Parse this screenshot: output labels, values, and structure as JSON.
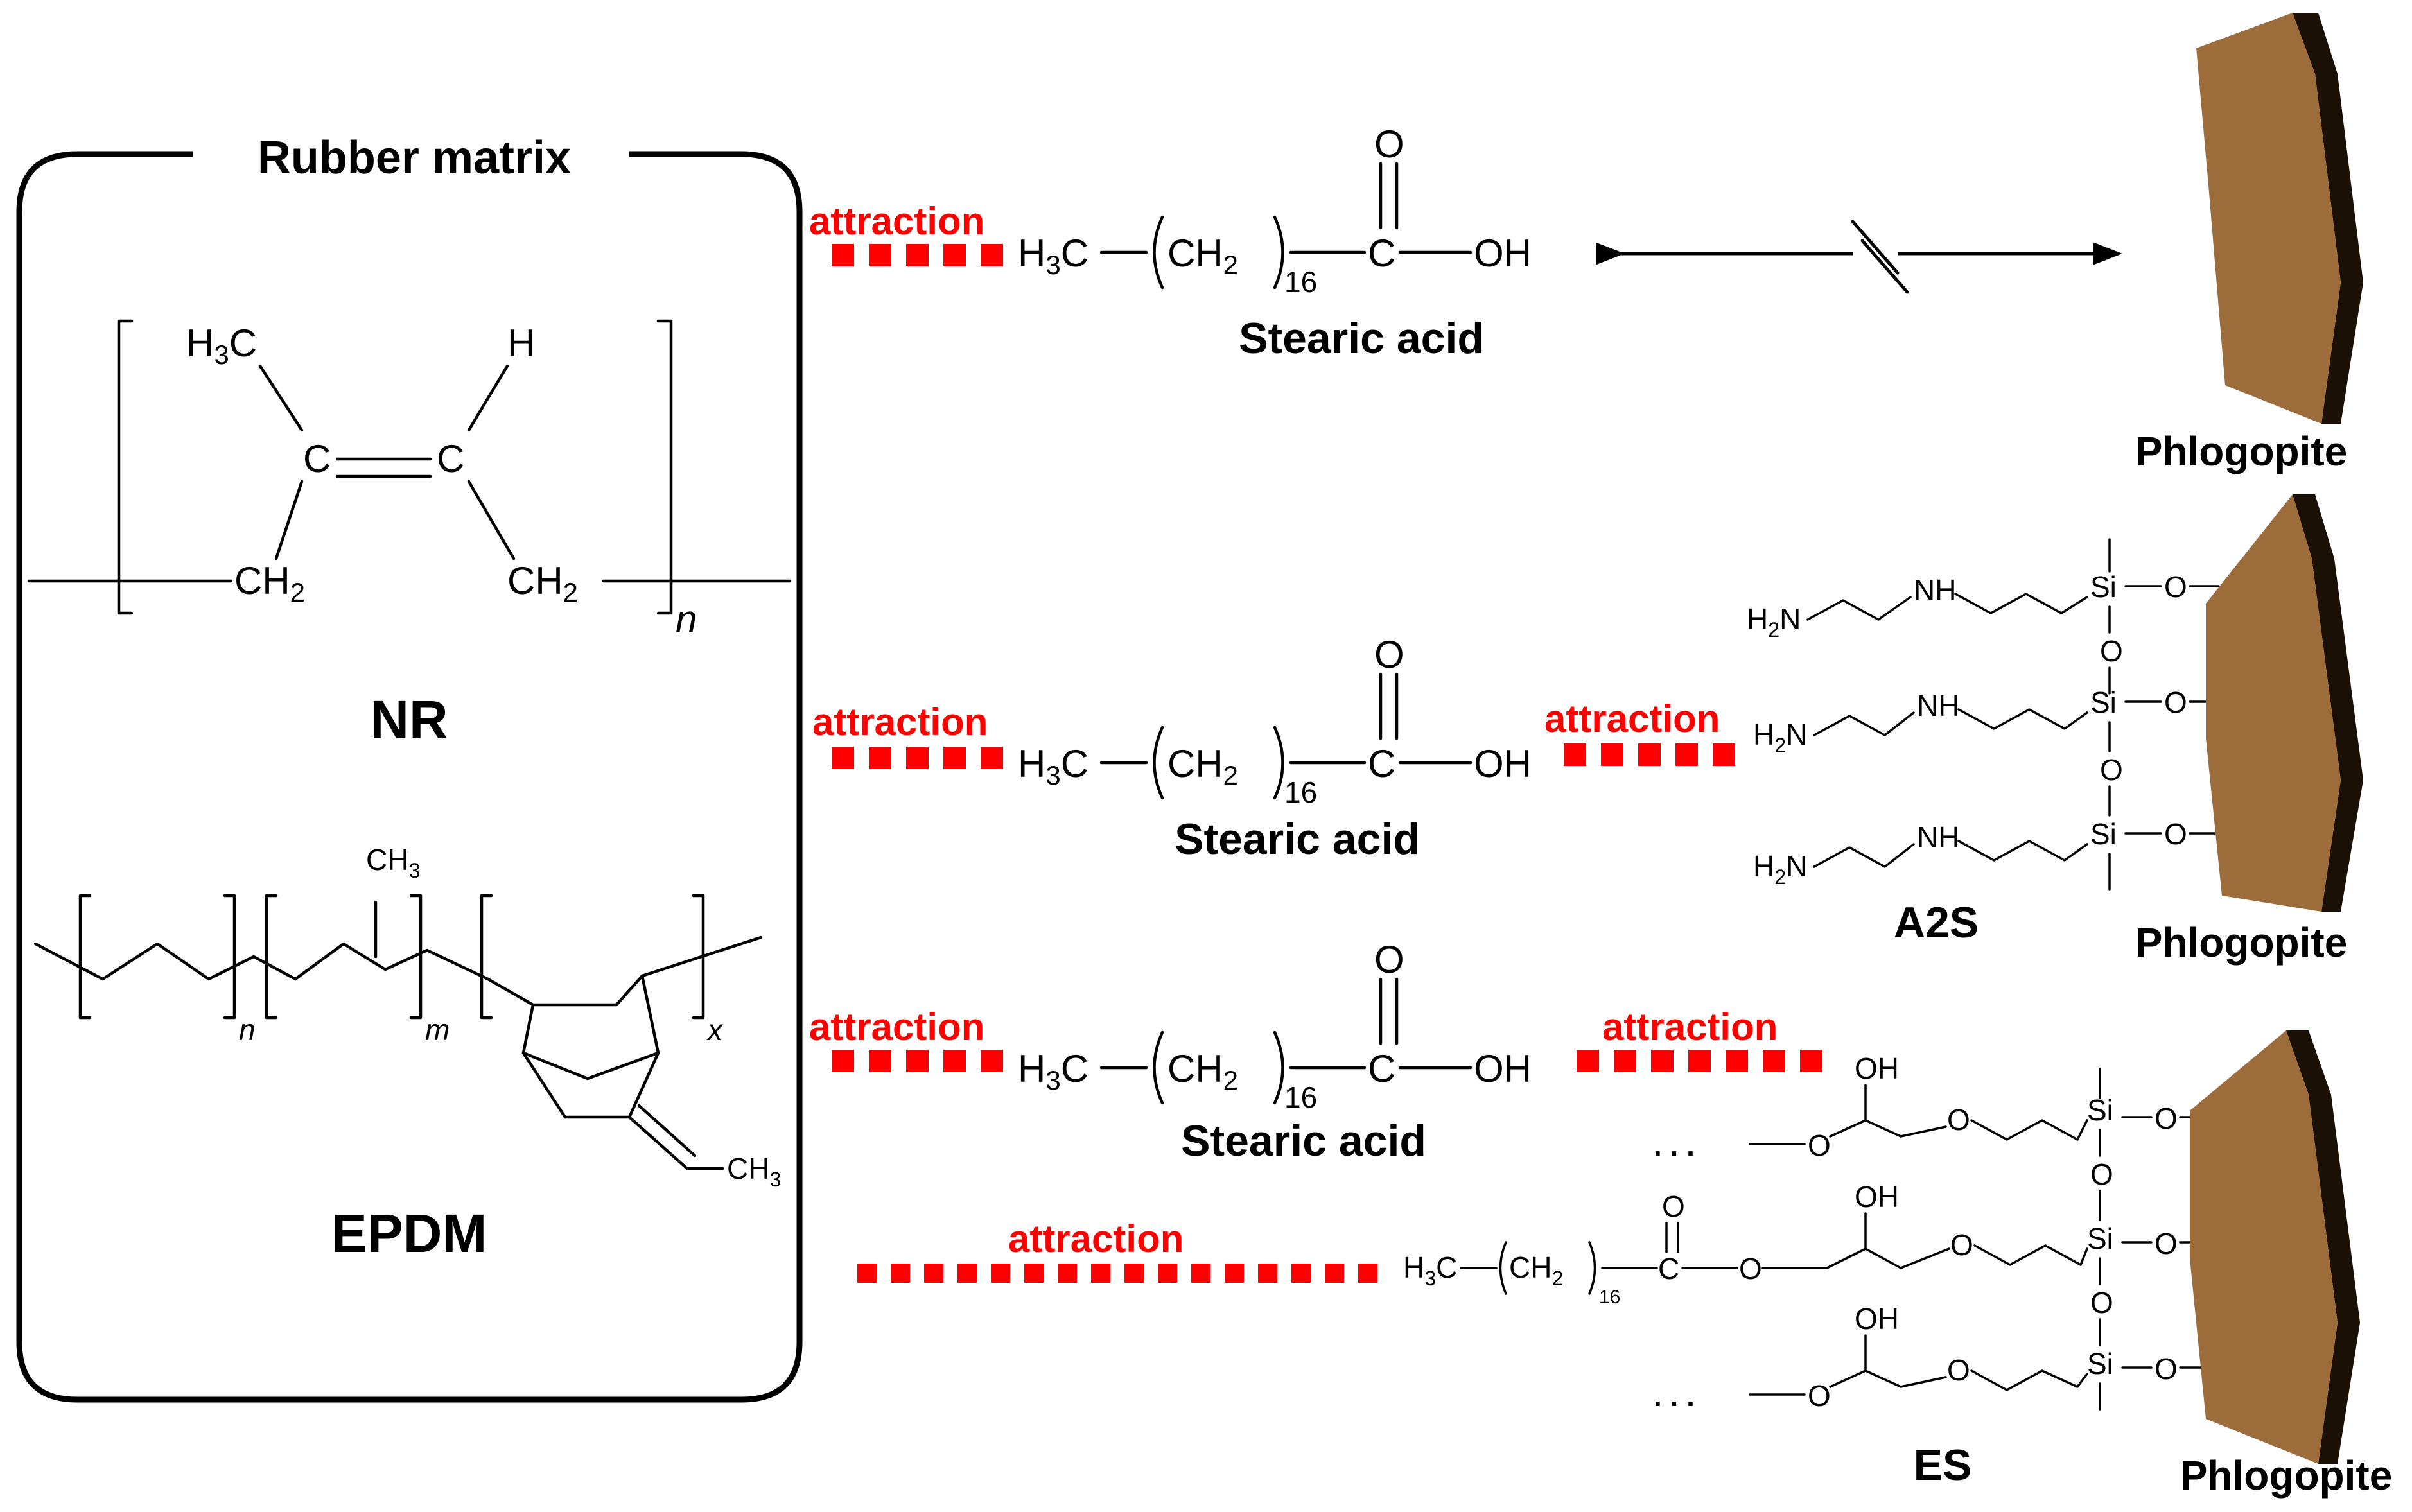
{
  "rubber_matrix": {
    "title": "Rubber matrix",
    "polymers": [
      "NR",
      "EPDM"
    ]
  },
  "interaction_label": "attraction",
  "stearic_acid_label": "Stearic acid",
  "modifiers": [
    "A2S",
    "ES"
  ],
  "filler_label": "Phlogopite",
  "atoms": {
    "H3C": "H3C",
    "H": "H",
    "C": "C",
    "CH2": "CH2",
    "CH3": "CH3",
    "O": "O",
    "OH": "OH",
    "NH": "NH",
    "H2N": "H2N",
    "Si": "Si",
    "n": "n",
    "m": "m",
    "x": "x",
    "n16": "16",
    "ellipsis": ". . ."
  },
  "colors": {
    "attraction": "#ff0000",
    "phlogopite_face": "#9c6c3b",
    "phlogopite_edge": "#1a1006"
  },
  "icons": [
    "double-headed-arrow-icon",
    "break-mark-icon",
    "phlogopite-plate-icon"
  ]
}
